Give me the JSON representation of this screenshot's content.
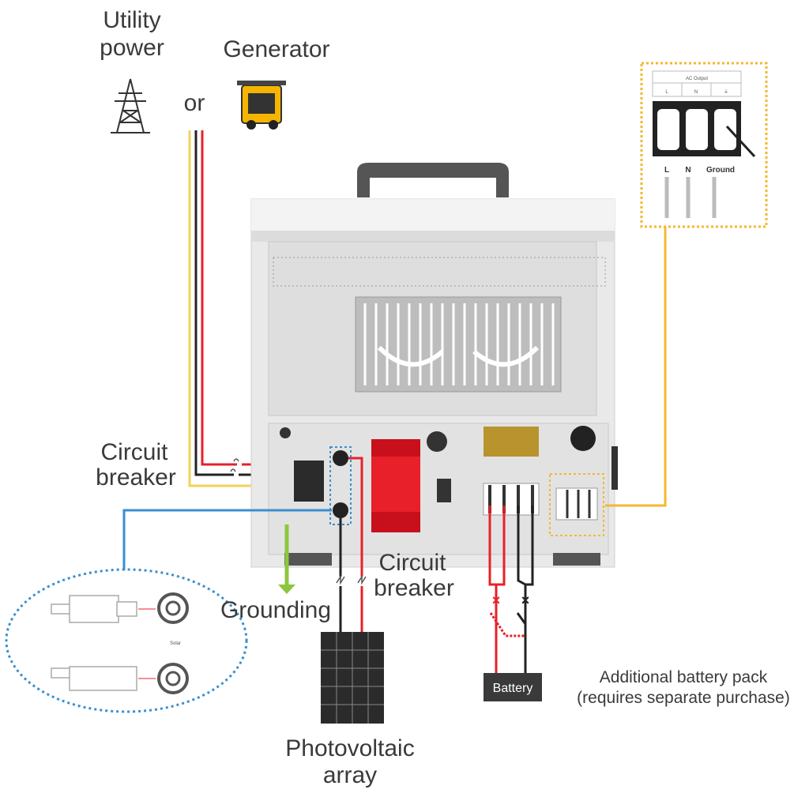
{
  "labels": {
    "utility_power_line1": "Utility",
    "utility_power_line2": "power",
    "or": "or",
    "generator": "Generator",
    "circuit_breaker_left_line1": "Circuit",
    "circuit_breaker_left_line2": "breaker",
    "circuit_breaker_bottom_line1": "Circuit",
    "circuit_breaker_bottom_line2": "breaker",
    "grounding": "Grounding",
    "photovoltaic_line1": "Photovoltaic",
    "photovoltaic_line2": "array",
    "battery": "Battery",
    "additional_battery_line1": "Additional battery pack",
    "additional_battery_line2": "(requires separate purchase)"
  },
  "ac_output_callout": {
    "title": "AC Output",
    "terminals": [
      "L",
      "N",
      "⏚"
    ],
    "wire_labels": [
      "L",
      "N",
      "Ground"
    ]
  },
  "connector_callout": {
    "label": "Solar"
  },
  "colors": {
    "live_wire": "#e8202a",
    "neutral_wire": "#222222",
    "earth_wire": "#f2d25a",
    "pv_wire": "#3a8fd0",
    "ground_arrow": "#8cc63f",
    "ac_output_wire": "#f5b731",
    "callout_border": "#f5b731",
    "connector_callout_border": "#3a8fd0"
  }
}
